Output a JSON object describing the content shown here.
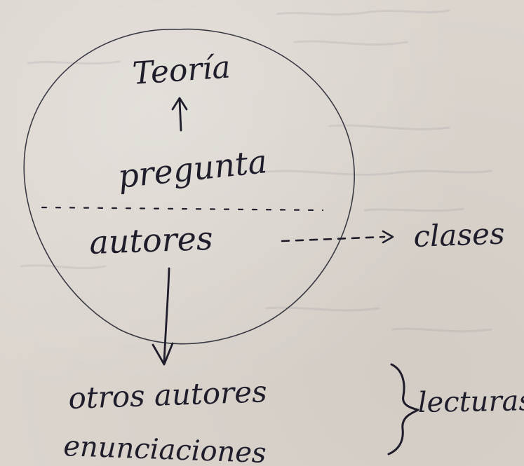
{
  "diagram": {
    "circle_label_top": "Teoría",
    "circle_label_middle": "pregunta",
    "circle_label_bottom": "autores",
    "side_label": "clases",
    "below_label_1": "otros autores",
    "below_label_2": "enunciaciones",
    "brace_label": "lecturas"
  },
  "colors": {
    "paper": "#dbd5ce",
    "ink": "#1f1d2b",
    "pencil": "#3a3a44"
  }
}
